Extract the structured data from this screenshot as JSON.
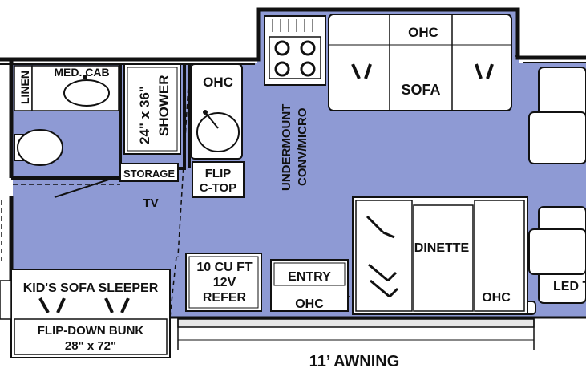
{
  "labels": {
    "ohc_sofa": "OHC",
    "sofa": "SOFA",
    "linen": "LINEN",
    "med_cab": "MED. CAB",
    "shower": "24\" x 36\"",
    "shower_word": "SHOWER",
    "ohc_bath": "OHC",
    "storage": "STORAGE",
    "flip": "FLIP",
    "ctop": "C-TOP",
    "tv": "TV",
    "undermount": "UNDERMOUNT",
    "conv_micro": "CONV/MICRO",
    "dinette": "DINETTE",
    "ohc_dinette": "OHC",
    "led_tv": "LED T",
    "refer_1": "10 CU FT",
    "refer_2": "12V",
    "refer_3": "REFER",
    "entry": "ENTRY",
    "ohc_entry": "OHC",
    "kids_sofa": "KID'S SOFA SLEEPER",
    "flip_bunk": "FLIP-DOWN BUNK",
    "bunk_size": "28\" x 72\"",
    "awning": "11’ AWNING"
  },
  "colors": {
    "floor": "#8e9ad4",
    "wall": "#111111",
    "furniture": "#ffffff",
    "grey": "#e8e8e8"
  }
}
